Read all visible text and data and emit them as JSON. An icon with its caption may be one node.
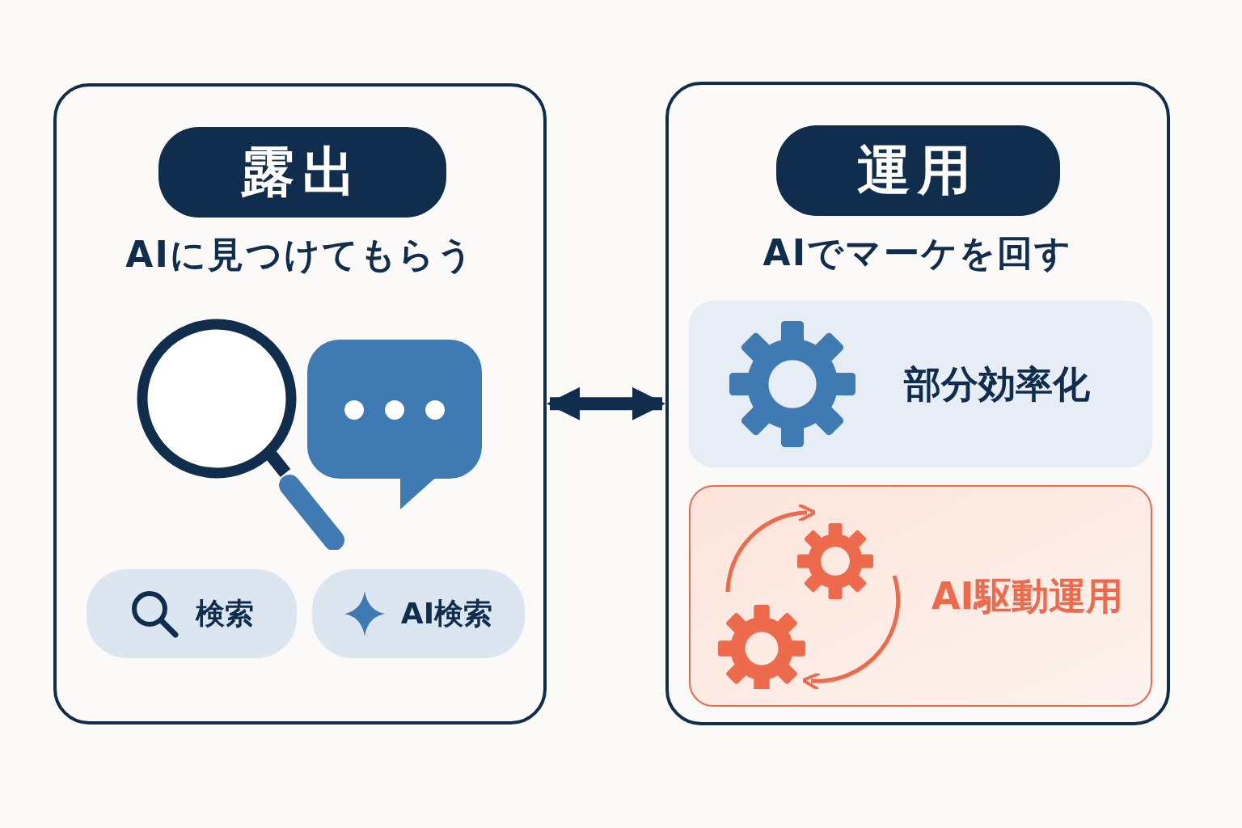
{
  "diagram": {
    "nodes": [
      {
        "text": [
          "AIに見つけてもらう"
        ]
      },
      {
        "text": [
          "露出"
        ],
        "in": 0
      },
      {
        "text": [
          "検索"
        ],
        "in": 0
      },
      {
        "text": [
          "AI検索"
        ],
        "in": 0
      },
      {
        "text": [
          "AIでマーケを回す"
        ]
      },
      {
        "text": [
          "運用"
        ],
        "in": 4
      },
      {
        "text": [
          "部分効率化"
        ],
        "in": 4
      },
      {
        "text": [
          "AI駆動運用"
        ],
        "in": 4
      }
    ],
    "edges": [
      {
        "from": 0,
        "to": 4,
        "arrow": "both"
      }
    ]
  }
}
